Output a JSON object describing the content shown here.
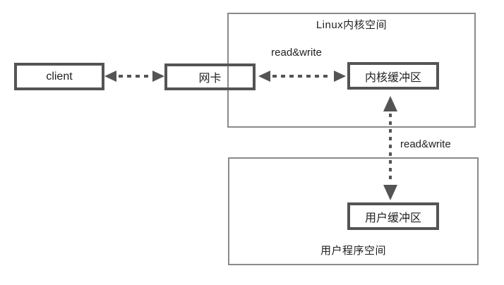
{
  "diagram": {
    "containers": {
      "kernel_space": {
        "label": "Linux内核空间"
      },
      "user_space": {
        "label": "用户程序空间"
      }
    },
    "nodes": {
      "client": {
        "label": "client"
      },
      "nic": {
        "label": "网卡"
      },
      "kernel_buffer": {
        "label": "内核缓冲区"
      },
      "user_buffer": {
        "label": "用户缓冲区"
      }
    },
    "edges": {
      "client_nic": {
        "label": "",
        "style": "dashed-double-arrow"
      },
      "nic_kernel_buffer": {
        "label": "read&write",
        "style": "dashed-double-arrow"
      },
      "kernel_buffer_user_buffer": {
        "label": "read&write",
        "style": "dashed-double-arrow"
      }
    },
    "colors": {
      "node_border": "#545454",
      "container_border": "#8a8a8a",
      "arrow": "#545454",
      "text": "#222222",
      "background": "#ffffff"
    }
  }
}
